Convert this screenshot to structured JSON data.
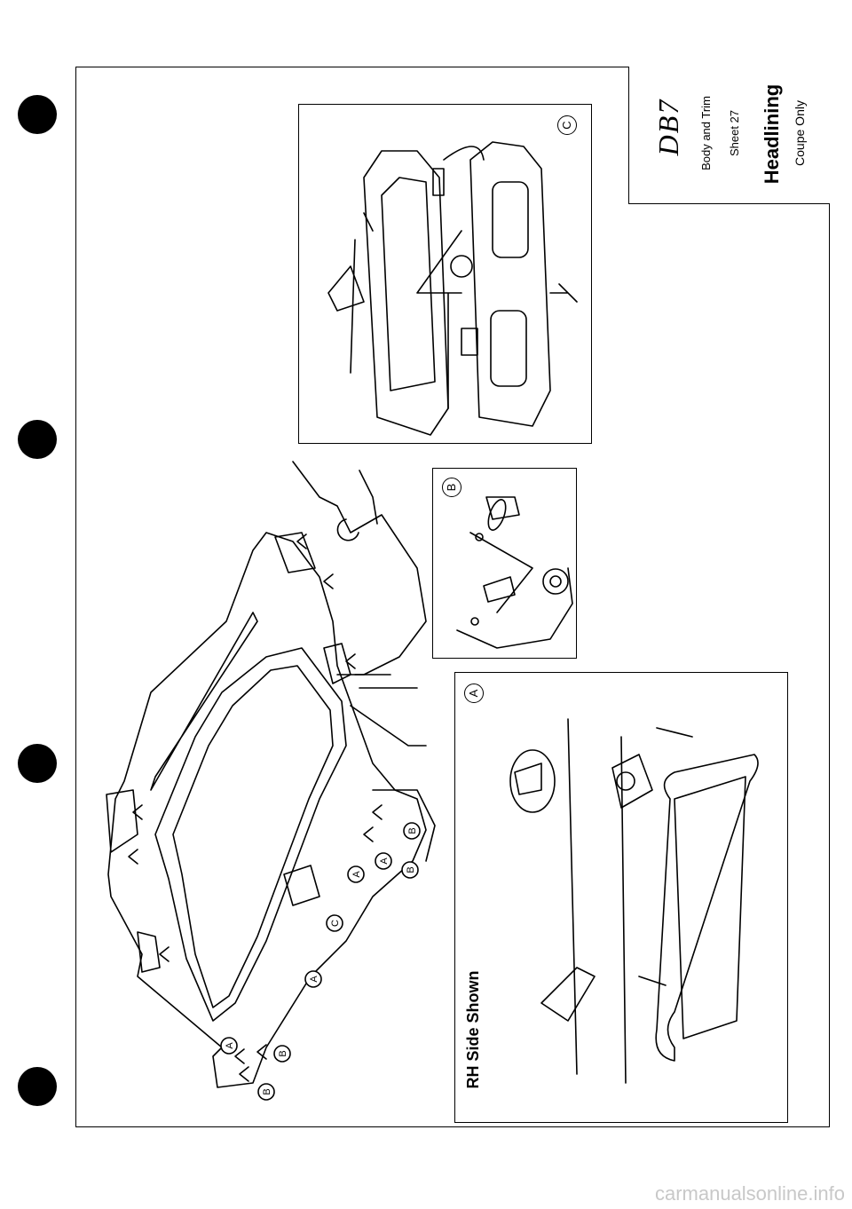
{
  "title_block": {
    "logo": "DB7",
    "section": "Body and Trim",
    "sheet": "Sheet 27",
    "title": "Headlining",
    "scope": "Coupe Only"
  },
  "views": {
    "detail_a": {
      "letter": "A",
      "caption": "RH Side Shown"
    },
    "detail_b": {
      "letter": "B"
    },
    "detail_c": {
      "letter": "C"
    }
  },
  "callouts": [
    "B",
    "A",
    "B",
    "A",
    "C",
    "A",
    "A",
    "B",
    "B"
  ],
  "footer": {
    "watermark": "carmanualsonline.info"
  }
}
